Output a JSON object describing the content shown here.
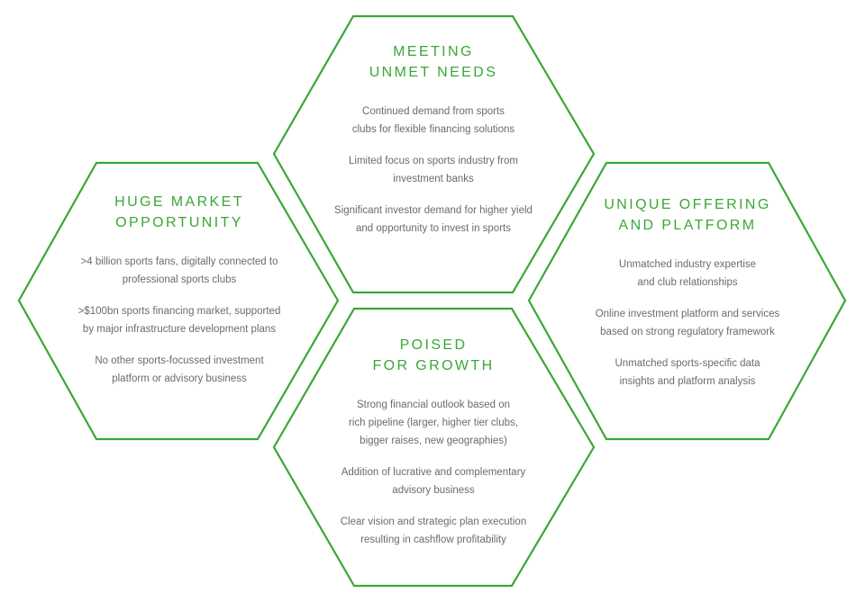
{
  "accent_color": "#3aa835",
  "text_color": "#6b6b6b",
  "hexagons": [
    {
      "title_lines": [
        "MEETING",
        "UNMET NEEDS"
      ],
      "items": [
        [
          "Continued demand from sports",
          "clubs for flexible financing solutions"
        ],
        [
          "Limited focus on sports industry from",
          "investment banks"
        ],
        [
          "Significant investor demand for higher yield",
          "and opportunity to invest in sports"
        ]
      ]
    },
    {
      "title_lines": [
        "HUGE MARKET",
        "OPPORTUNITY"
      ],
      "items": [
        [
          ">4 billion sports fans, digitally connected to",
          "professional sports clubs"
        ],
        [
          ">$100bn sports financing market, supported",
          "by major infrastructure development plans"
        ],
        [
          "No other sports-focussed investment",
          "platform or advisory business"
        ]
      ]
    },
    {
      "title_lines": [
        "UNIQUE OFFERING",
        "AND PLATFORM"
      ],
      "items": [
        [
          "Unmatched industry expertise",
          "and club relationships"
        ],
        [
          "Online investment platform and services",
          "based on strong regulatory framework"
        ],
        [
          "Unmatched sports-specific data",
          "insights and platform analysis"
        ]
      ]
    },
    {
      "title_lines": [
        "POISED",
        "FOR GROWTH"
      ],
      "items": [
        [
          "Strong financial outlook based on",
          "rich pipeline (larger, higher tier clubs,",
          "bigger raises, new geographies)"
        ],
        [
          "Addition of lucrative and complementary",
          "advisory business"
        ],
        [
          "Clear vision and strategic plan execution",
          "resulting in cashflow profitability"
        ]
      ]
    }
  ]
}
